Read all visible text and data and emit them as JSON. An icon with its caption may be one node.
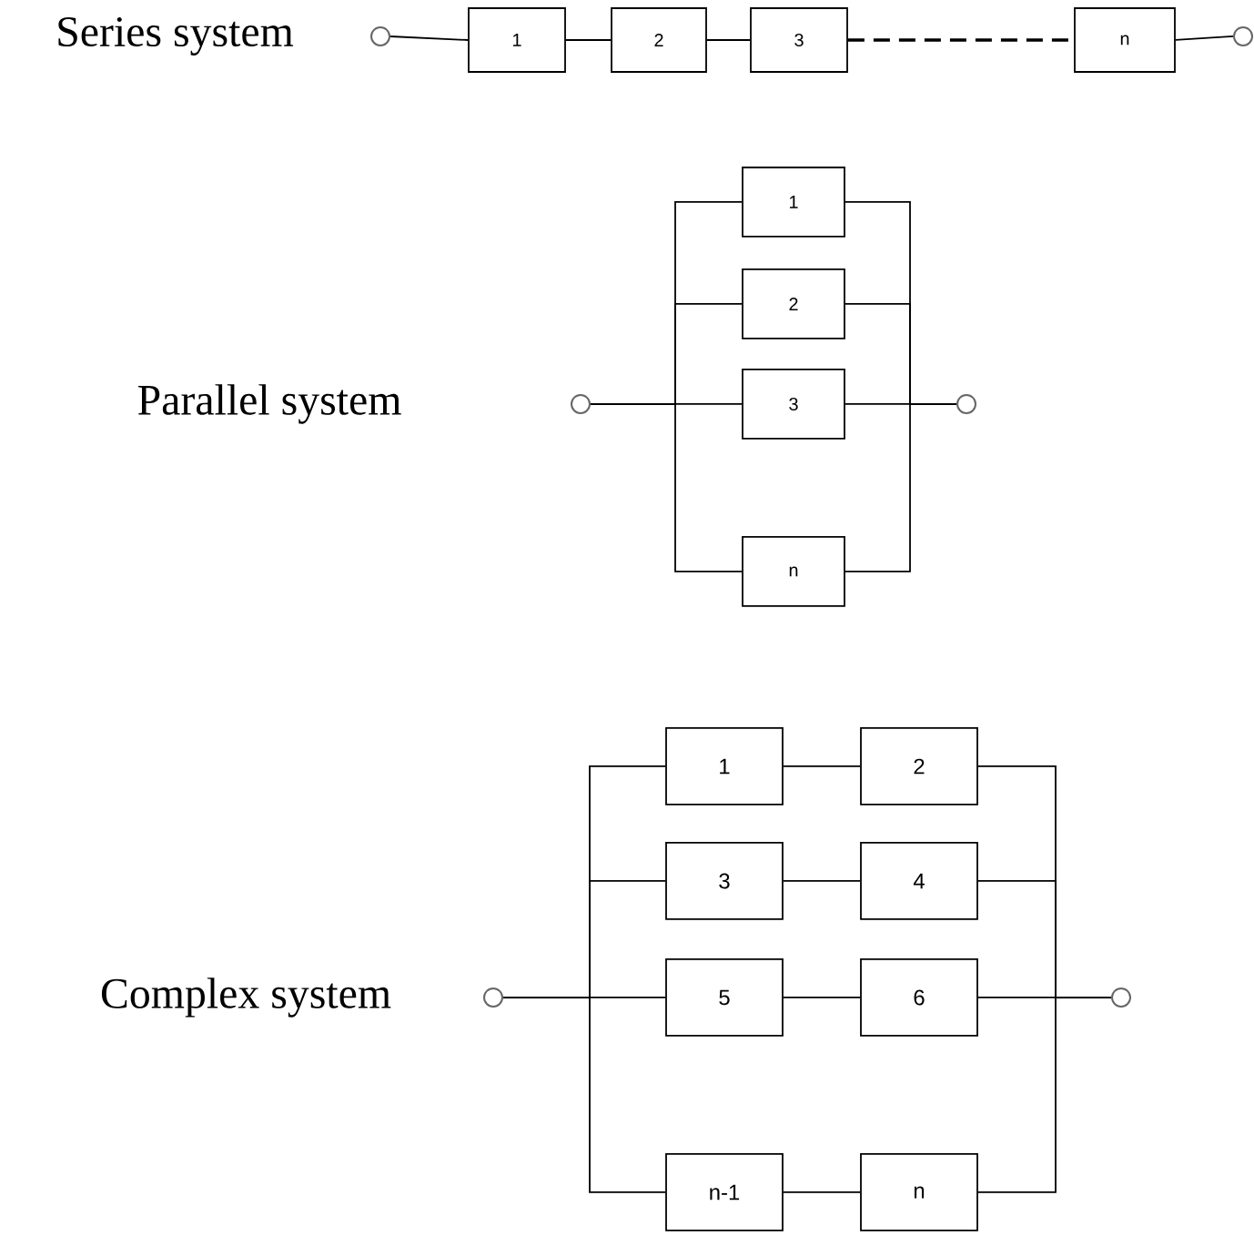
{
  "diagram": {
    "nodes": [
      {
        "text": [],
        "shape": "circle"
      },
      {
        "text": [
          "1"
        ]
      },
      {
        "text": [
          "2"
        ]
      },
      {
        "text": [
          "3"
        ]
      },
      {
        "text": [
          "n"
        ]
      },
      {
        "text": [],
        "shape": "circle"
      },
      {
        "text": [],
        "shape": "circle"
      },
      {
        "text": [
          "1"
        ]
      },
      {
        "text": [
          "2"
        ]
      },
      {
        "text": [
          "3"
        ]
      },
      {
        "text": [
          "n"
        ]
      },
      {
        "text": [],
        "shape": "circle"
      },
      {
        "text": [],
        "shape": "circle"
      },
      {
        "text": [
          "1"
        ]
      },
      {
        "text": [
          "2"
        ]
      },
      {
        "text": [
          "3"
        ]
      },
      {
        "text": [
          "4"
        ]
      },
      {
        "text": [
          "5"
        ]
      },
      {
        "text": [
          "6"
        ]
      },
      {
        "text": [
          "n-1"
        ]
      },
      {
        "text": [
          "n"
        ]
      },
      {
        "text": [],
        "shape": "circle"
      }
    ],
    "edges": [
      {
        "from": 0,
        "to": 1,
        "arrow": "none"
      },
      {
        "from": 1,
        "to": 2,
        "arrow": "none"
      },
      {
        "from": 2,
        "to": 3,
        "arrow": "none"
      },
      {
        "from": 3,
        "to": 4,
        "arrow": "none",
        "style": "dashed"
      },
      {
        "from": 4,
        "to": 5,
        "arrow": "none"
      },
      {
        "from": 6,
        "to": 7,
        "arrow": "none"
      },
      {
        "from": 6,
        "to": 8,
        "arrow": "none"
      },
      {
        "from": 6,
        "to": 9,
        "arrow": "none"
      },
      {
        "from": 6,
        "to": 10,
        "arrow": "none"
      },
      {
        "from": 7,
        "to": 11,
        "arrow": "none"
      },
      {
        "from": 8,
        "to": 11,
        "arrow": "none"
      },
      {
        "from": 9,
        "to": 11,
        "arrow": "none"
      },
      {
        "from": 10,
        "to": 11,
        "arrow": "none"
      },
      {
        "from": 12,
        "to": 13,
        "arrow": "none"
      },
      {
        "from": 12,
        "to": 15,
        "arrow": "none"
      },
      {
        "from": 12,
        "to": 17,
        "arrow": "none"
      },
      {
        "from": 12,
        "to": 19,
        "arrow": "none"
      },
      {
        "from": 13,
        "to": 14,
        "arrow": "none"
      },
      {
        "from": 15,
        "to": 16,
        "arrow": "none"
      },
      {
        "from": 17,
        "to": 18,
        "arrow": "none"
      },
      {
        "from": 19,
        "to": 20,
        "arrow": "none"
      },
      {
        "from": 14,
        "to": 21,
        "arrow": "none"
      },
      {
        "from": 16,
        "to": 21,
        "arrow": "none"
      },
      {
        "from": 18,
        "to": 21,
        "arrow": "none"
      },
      {
        "from": 20,
        "to": 21,
        "arrow": "none"
      }
    ],
    "labels": [
      "Series system",
      "Parallel system",
      "Complex system"
    ]
  }
}
